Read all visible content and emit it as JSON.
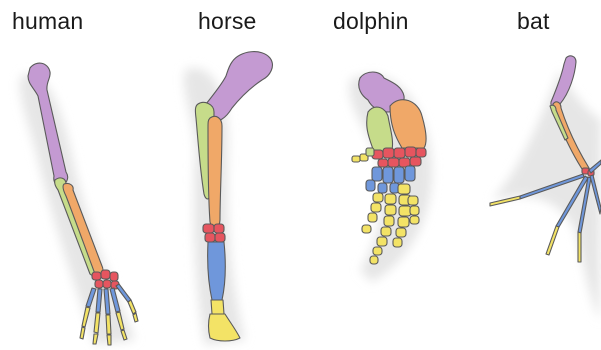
{
  "labels": {
    "human": "human",
    "horse": "horse",
    "dolphin": "dolphin",
    "bat": "bat"
  },
  "colors": {
    "humerus": "#c49ad2",
    "radius": "#f0a868",
    "ulna": "#c6dc8a",
    "carpals": "#e6555f",
    "metacarpals": "#6f97db",
    "phalanges": "#f3e366",
    "shadow": "#e6e6e6"
  }
}
